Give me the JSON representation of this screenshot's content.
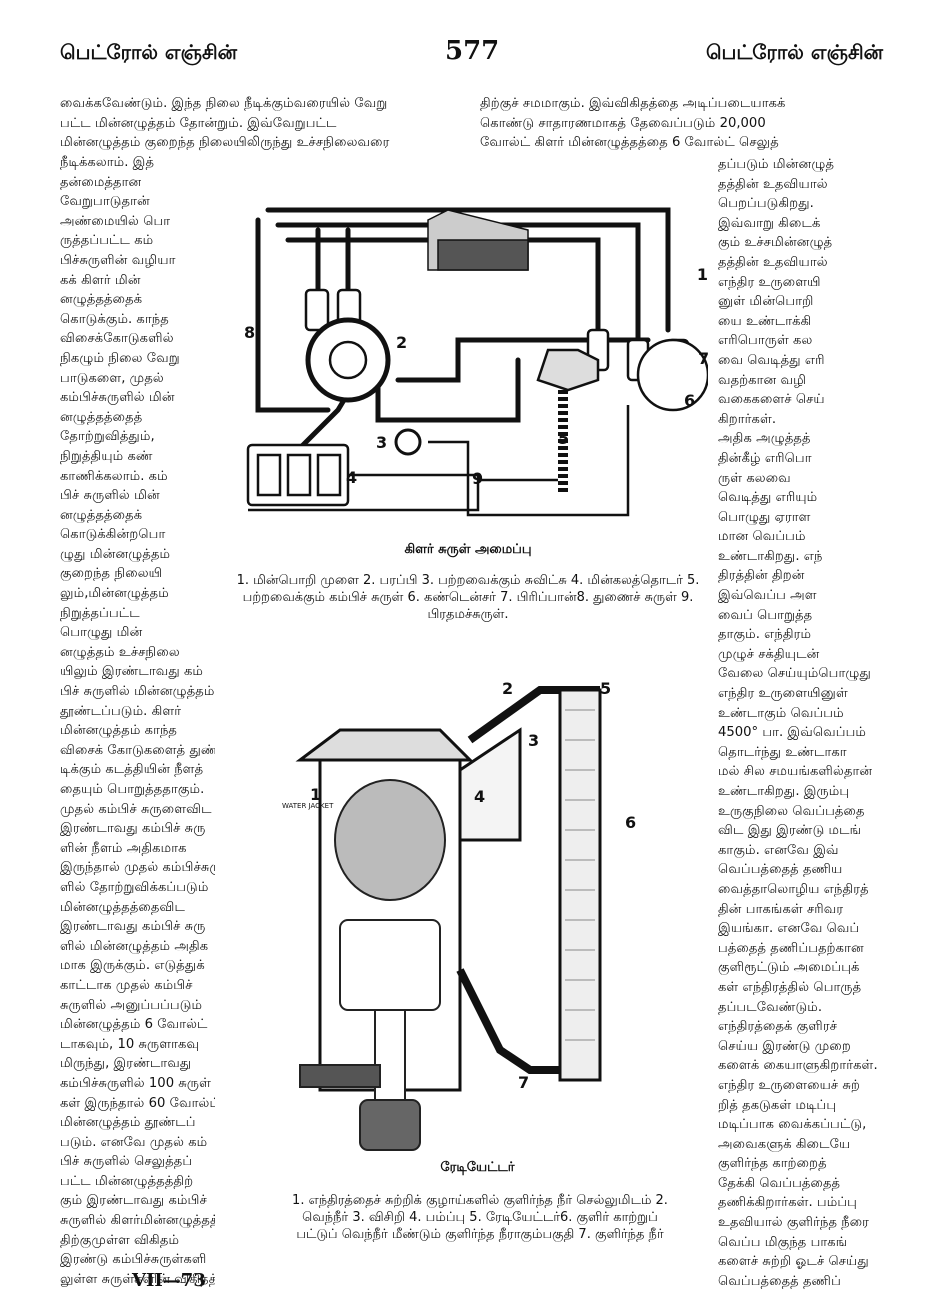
{
  "header": {
    "left_title": "பெட்ரோல் எஞ்சின்",
    "page_number": "577",
    "right_title": "பெட்ரோல் எஞ்சின்"
  },
  "top_left_lines": [
    "வைக்கவேண்டும். இந்த நிலை நீடிக்கும்வரையில் வேறு",
    "பட்ட மின்னழுத்தம் தோன்றும். இவ்வேறுபட்ட",
    "மின்னழுத்தம் குறைந்த நிலையிலிருந்து உச்சநிலைவரை"
  ],
  "top_right_lines": [
    "திற்குச் சமமாகும். இவ்விகிதத்தை அடிப்படையாகக்",
    "கொண்டு சாதாரணமாகத் தேவைப்படும் 20,000",
    "வோல்ட் கிளர் மின்னழுத்தத்தை 6 வோல்ட் செலுத்"
  ],
  "left_column_lines": [
    "நீடிக்கலாம். இத்",
    "தன்மைத்தான",
    "வேறுபாடுதான்",
    "அண்மையில் பொ",
    "ருத்தப்பட்ட கம்",
    "பிச்சுருளின் வழியா",
    "கக் கிளர் மின்",
    "னழுத்தத்தைக்",
    "கொடுக்கும். காந்த",
    "விசைக்கோடுகளில்",
    "நிகழும் நிலை வேறு",
    "பாடுகளை, முதல்",
    "கம்பிச்சுருளில் மின்",
    "னழுத்தத்தைத்",
    "தோற்றுவித்தும்,",
    "நிறுத்தியும் கண்",
    "காணிக்கலாம். கம்",
    "பிச் சுருளில் மின்",
    "னழுத்தத்தைக்",
    "கொடுக்கின்றபொ",
    "ழுது மின்னழுத்தம்",
    "குறைந்த நிலையி",
    "லும்,மின்னழுத்தம்",
    "நிறுத்தப்பட்ட",
    "பொழுது மின்",
    "னழுத்தம் உச்சநிலை",
    "யிலும் இரண்டாவது கம்",
    "பிச் சுருளில் மின்னழுத்தம்",
    "தூண்டப்படும். கிளர்",
    "மின்னழுத்தம் காந்த",
    "விசைக் கோடுகளைத் துண்",
    "டிக்கும் கடத்தியின் நீளத்",
    "தையும் பொறுத்ததாகும்.",
    "முதல் கம்பிச் சுருளைவிட",
    "இரண்டாவது கம்பிச் சுரு",
    "ளின் நீளம் அதிகமாக",
    "இருந்தால் முதல் கம்பிச்சுரு",
    "ளில் தோற்றுவிக்கப்படும்",
    "மின்னழுத்தத்தைவிட",
    "இரண்டாவது கம்பிச் சுரு",
    "ளில் மின்னழுத்தம் அதிக",
    "மாக இருக்கும். எடுத்துக்",
    "காட்டாக முதல் கம்பிச்",
    "சுருளில் அனுப்பப்படும்",
    "மின்னழுத்தம் 6 வோல்ட்",
    "டாகவும், 10 சுருளாகவு",
    "மிருந்து, இரண்டாவது",
    "கம்பிச்சுருளில் 100 சுருள்",
    "கள் இருந்தால் 60 வோல்ட்",
    "மின்னழுத்தம் தூண்டப்",
    "படும். எனவே முதல் கம்",
    "பிச் சுருளில் செலுத்தப்",
    "பட்ட மின்னழுத்தத்திற்",
    "கும் இரண்டாவது கம்பிச்",
    "சுருளில் கிளர்மின்னழுத்தத்",
    "திற்குமுள்ள விகிதம்",
    "இரண்டு கம்பிச்சுருள்களி",
    "லுள்ள சுருள்களின் விகிதத்"
  ],
  "right_column_lines": [
    "தப்படும் மின்னழுத்",
    "தத்தின் உதவியால்",
    "பெறப்படுகிறது.",
    "இவ்வாறு கிடைக்",
    "கும் உச்சமின்னழுத்",
    "தத்தின் உதவியால்",
    "எந்திர உருளையி",
    "னுள் மின்பொறி",
    "யை உண்டாக்கி",
    "எரிபொருள் கல",
    "வை வெடித்து எரி",
    "வதற்கான வழி",
    "வகைகளைச் செய்",
    "கிறார்கள்.",
    "அதிக அழுத்தத்",
    "தின்கீழ் எரிபொ",
    "ருள் கலவை",
    "வெடித்து எரியும்",
    "பொழுது ஏராள",
    "மான வெப்பம்",
    "உண்டாகிறது. எந்",
    "திரத்தின் திறன்",
    "இவ்வெப்ப அள",
    "வைப் பொறுத்த",
    "தாகும். எந்திரம்",
    "முழுச் சக்தியுடன்",
    "வேலை செய்யும்பொழுது",
    "எந்திர உருளையினுள்",
    "உண்டாகும் வெப்பம்",
    "4500° பா. இவ்வெப்பம்",
    "தொடர்ந்து உண்டாகா",
    "மல் சில சமயங்களில்தான்",
    "உண்டாகிறது. இரும்பு",
    "உருகுநிலை வெப்பத்தை",
    "விட இது இரண்டு மடங்",
    "காகும். எனவே இவ்",
    "வெப்பத்தைத் தணிய",
    "வைத்தாலொழிய எந்திரத்",
    "தின் பாகங்கள் சரிவர",
    "இயங்கா. எனவே வெப்",
    "பத்தைத் தணிப்பதற்கான",
    "குளிரூட்டும் அமைப்புக்",
    "கள் எந்திரத்தில் பொருத்",
    "தப்படவேண்டும்.",
    "எந்திரத்தைக் குளிரச்",
    "செய்ய இரண்டு முறை",
    "களைக் கையாளுகிறார்கள்.",
    "எந்திர உருளையைச் சுற்",
    "றித் தகடுகள் மடிப்பு",
    "மடிப்பாக வைக்கப்பட்டு,",
    "அவைகளுக் கிடையே",
    "குளிர்ந்த காற்றைத்",
    "தேக்கி வெப்பத்தைத்",
    "தணிக்கிறார்கள். பம்ப்பு",
    "உதவியால் குளிர்ந்த நீரை",
    "வெப்ப மிகுந்த பாகங்",
    "களைச் சுற்றி ஓடச் செய்து",
    "வெப்பத்தைத் தணிப்"
  ],
  "figure1": {
    "caption": "கிளர் சுருள் அமைப்பு",
    "legend_lines": [
      "1. மின்பொறி முளை 2. பரப்பி 3. பற்றவைக்கும் சுவிட்சு 4. மின்கலத்",
      "தொடர் 5. பற்றவைக்கும் கம்பிச் சுருள் 6. கண்டென்சர் 7. பிரிப்பான்",
      "8. துணைச் சுருள் 9. பிரதமச்சுருள்."
    ],
    "labels": [
      "1",
      "2",
      "3",
      "4",
      "5",
      "6",
      "7",
      "8",
      "9"
    ]
  },
  "figure2": {
    "caption": "ரேடியேட்டர்",
    "water_jacket_label": "WATER JACKET",
    "legend_lines": [
      "1. எந்திரத்தைச் சுற்றிக் குழாய்களில் குளிர்ந்த நீர் செல்லு",
      "மிடம் 2. வெந்நீர் 3. விசிறி 4. பம்ப்பு 5. ரேடியேட்டர்",
      "6. குளிர் காற்றுப் பட்டுப் வெந்நீர் மீண்டும் குளிர்ந்த நீராகும்",
      "பகுதி 7. குளிர்ந்த நீர்"
    ],
    "labels": [
      "1",
      "2",
      "3",
      "4",
      "5",
      "6",
      "7"
    ]
  },
  "footer": {
    "volume_page": "VII—73"
  }
}
